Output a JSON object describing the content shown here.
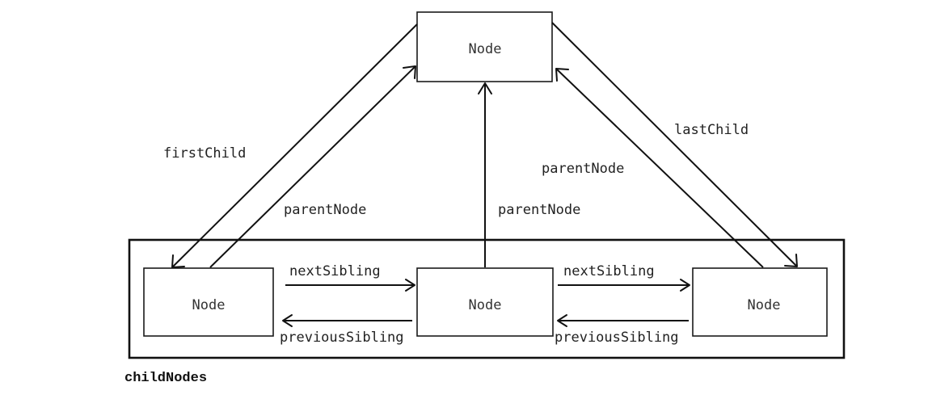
{
  "diagram": {
    "nodes": {
      "parent": "Node",
      "child_first": "Node",
      "child_middle": "Node",
      "child_last": "Node"
    },
    "edges": {
      "first_child": "firstChild",
      "last_child": "lastChild",
      "parent_node_left": "parentNode",
      "parent_node_middle": "parentNode",
      "parent_node_right": "parentNode",
      "next_sibling_left": "nextSibling",
      "next_sibling_right": "nextSibling",
      "previous_sibling_left": "previousSibling",
      "previous_sibling_right": "previousSibling"
    },
    "container_label": "childNodes"
  }
}
